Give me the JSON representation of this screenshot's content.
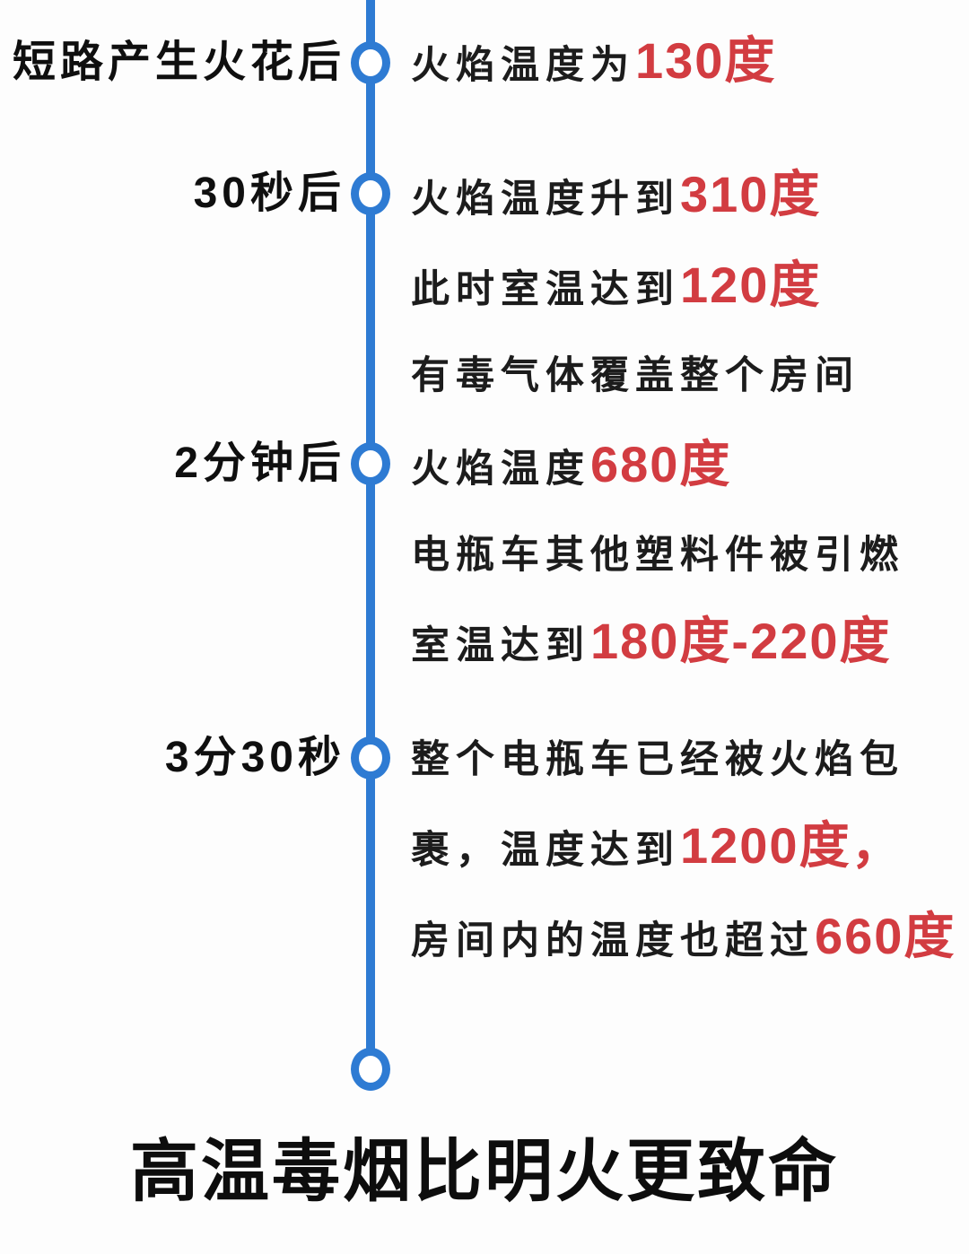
{
  "theme": {
    "background": "#fdfdfd",
    "timeline_color": "#2e7bd3",
    "text_color": "#1c1c1c",
    "highlight_color": "#d23c41"
  },
  "timeline": {
    "events": [
      {
        "time": "短路产生火花后",
        "lines": [
          [
            {
              "t": "火焰温度为",
              "c": "black"
            },
            {
              "t": "130度",
              "c": "red"
            }
          ]
        ]
      },
      {
        "time": "30秒后",
        "lines": [
          [
            {
              "t": "火焰温度升到",
              "c": "black"
            },
            {
              "t": "310度",
              "c": "red"
            }
          ],
          [
            {
              "t": "此时室温达到",
              "c": "black"
            },
            {
              "t": "120度",
              "c": "red"
            }
          ],
          [
            {
              "t": "有毒气体覆盖整个房间",
              "c": "black"
            }
          ]
        ]
      },
      {
        "time": "2分钟后",
        "lines": [
          [
            {
              "t": "火焰温度",
              "c": "black"
            },
            {
              "t": "680度",
              "c": "red"
            }
          ],
          [
            {
              "t": "电瓶车其他塑料件被引燃",
              "c": "black"
            }
          ],
          [
            {
              "t": "室温达到",
              "c": "black"
            },
            {
              "t": "180度-220度",
              "c": "red"
            }
          ]
        ]
      },
      {
        "time": "3分30秒",
        "lines": [
          [
            {
              "t": "整个电瓶车已经被火焰包",
              "c": "black"
            }
          ],
          [
            {
              "t": "裹，温度达到",
              "c": "black"
            },
            {
              "t": "1200度，",
              "c": "red"
            }
          ],
          [
            {
              "t": "房间内的温度也超过",
              "c": "black"
            },
            {
              "t": "660度",
              "c": "red"
            }
          ]
        ]
      }
    ],
    "footer_title": "高温毒烟比明火更致命"
  }
}
